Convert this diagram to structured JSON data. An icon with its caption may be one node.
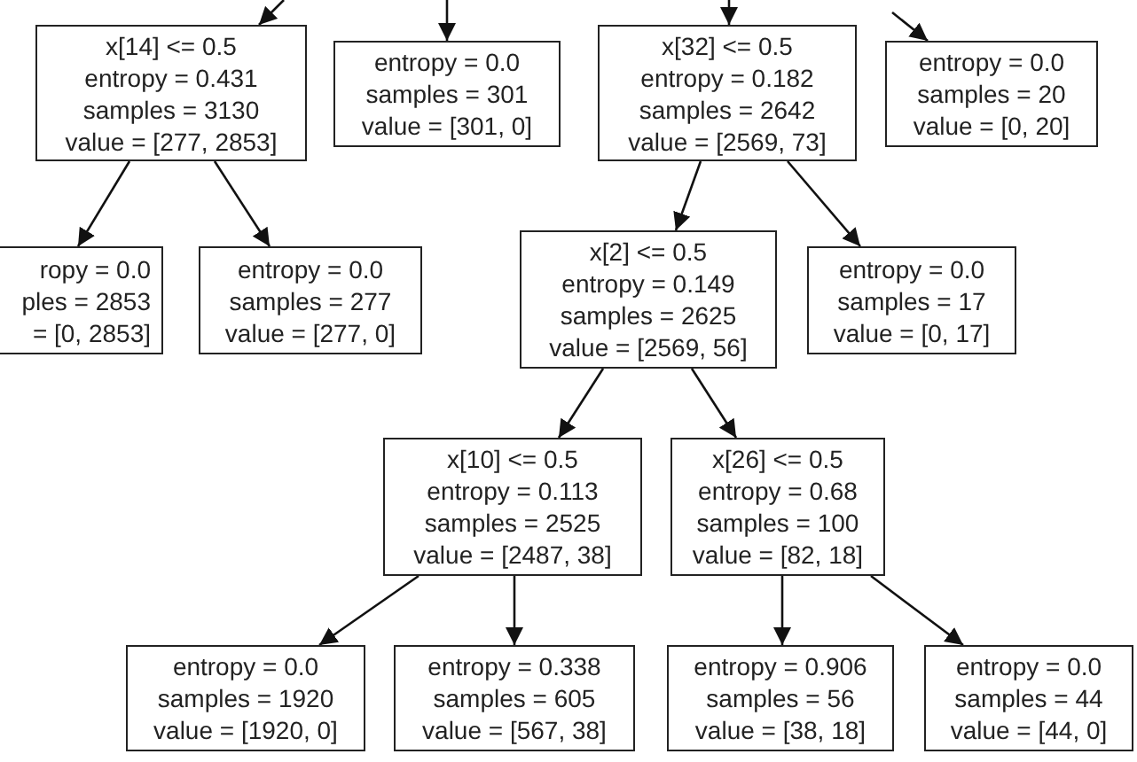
{
  "diagram": {
    "nodes": [
      {
        "text": [
          "x[14] <= 0.5",
          "entropy = 0.431",
          "samples = 3130",
          "value = [277, 2853]"
        ]
      },
      {
        "text": [
          "entropy = 0.0",
          "samples = 301",
          "value = [301, 0]"
        ]
      },
      {
        "text": [
          "x[32] <= 0.5",
          "entropy = 0.182",
          "samples = 2642",
          "value = [2569, 73]"
        ]
      },
      {
        "text": [
          "entropy = 0.0",
          "samples = 20",
          "value = [0, 20]"
        ]
      },
      {
        "text": [
          "ropy = 0.0",
          "ples = 2853",
          "= [0, 2853]"
        ]
      },
      {
        "text": [
          "entropy = 0.0",
          "samples = 277",
          "value = [277, 0]"
        ]
      },
      {
        "text": [
          "x[2] <= 0.5",
          "entropy = 0.149",
          "samples = 2625",
          "value = [2569, 56]"
        ]
      },
      {
        "text": [
          "entropy = 0.0",
          "samples = 17",
          "value = [0, 17]"
        ]
      },
      {
        "text": [
          "x[10] <= 0.5",
          "entropy = 0.113",
          "samples = 2525",
          "value = [2487, 38]"
        ]
      },
      {
        "text": [
          "x[26] <= 0.5",
          "entropy = 0.68",
          "samples = 100",
          "value = [82, 18]"
        ]
      },
      {
        "text": [
          "entropy = 0.0",
          "samples = 1920",
          "value = [1920, 0]"
        ]
      },
      {
        "text": [
          "entropy = 0.338",
          "samples = 605",
          "value = [567, 38]"
        ]
      },
      {
        "text": [
          "entropy = 0.906",
          "samples = 56",
          "value = [38, 18]"
        ]
      },
      {
        "text": [
          "entropy = 0.0",
          "samples = 44",
          "value = [44, 0]"
        ]
      }
    ],
    "edges": [
      {
        "from": null,
        "to": 0,
        "arrow": "to"
      },
      {
        "from": null,
        "to": 1,
        "arrow": "to"
      },
      {
        "from": null,
        "to": 2,
        "arrow": "to"
      },
      {
        "from": null,
        "to": 3,
        "arrow": "to"
      },
      {
        "from": 0,
        "to": 4,
        "arrow": "to"
      },
      {
        "from": 0,
        "to": 5,
        "arrow": "to"
      },
      {
        "from": 2,
        "to": 6,
        "arrow": "to"
      },
      {
        "from": 2,
        "to": 7,
        "arrow": "to"
      },
      {
        "from": 6,
        "to": 8,
        "arrow": "to"
      },
      {
        "from": 6,
        "to": 9,
        "arrow": "to"
      },
      {
        "from": 8,
        "to": 10,
        "arrow": "to"
      },
      {
        "from": 8,
        "to": 11,
        "arrow": "to"
      },
      {
        "from": 9,
        "to": 12,
        "arrow": "to"
      },
      {
        "from": 9,
        "to": 13,
        "arrow": "to"
      }
    ]
  }
}
